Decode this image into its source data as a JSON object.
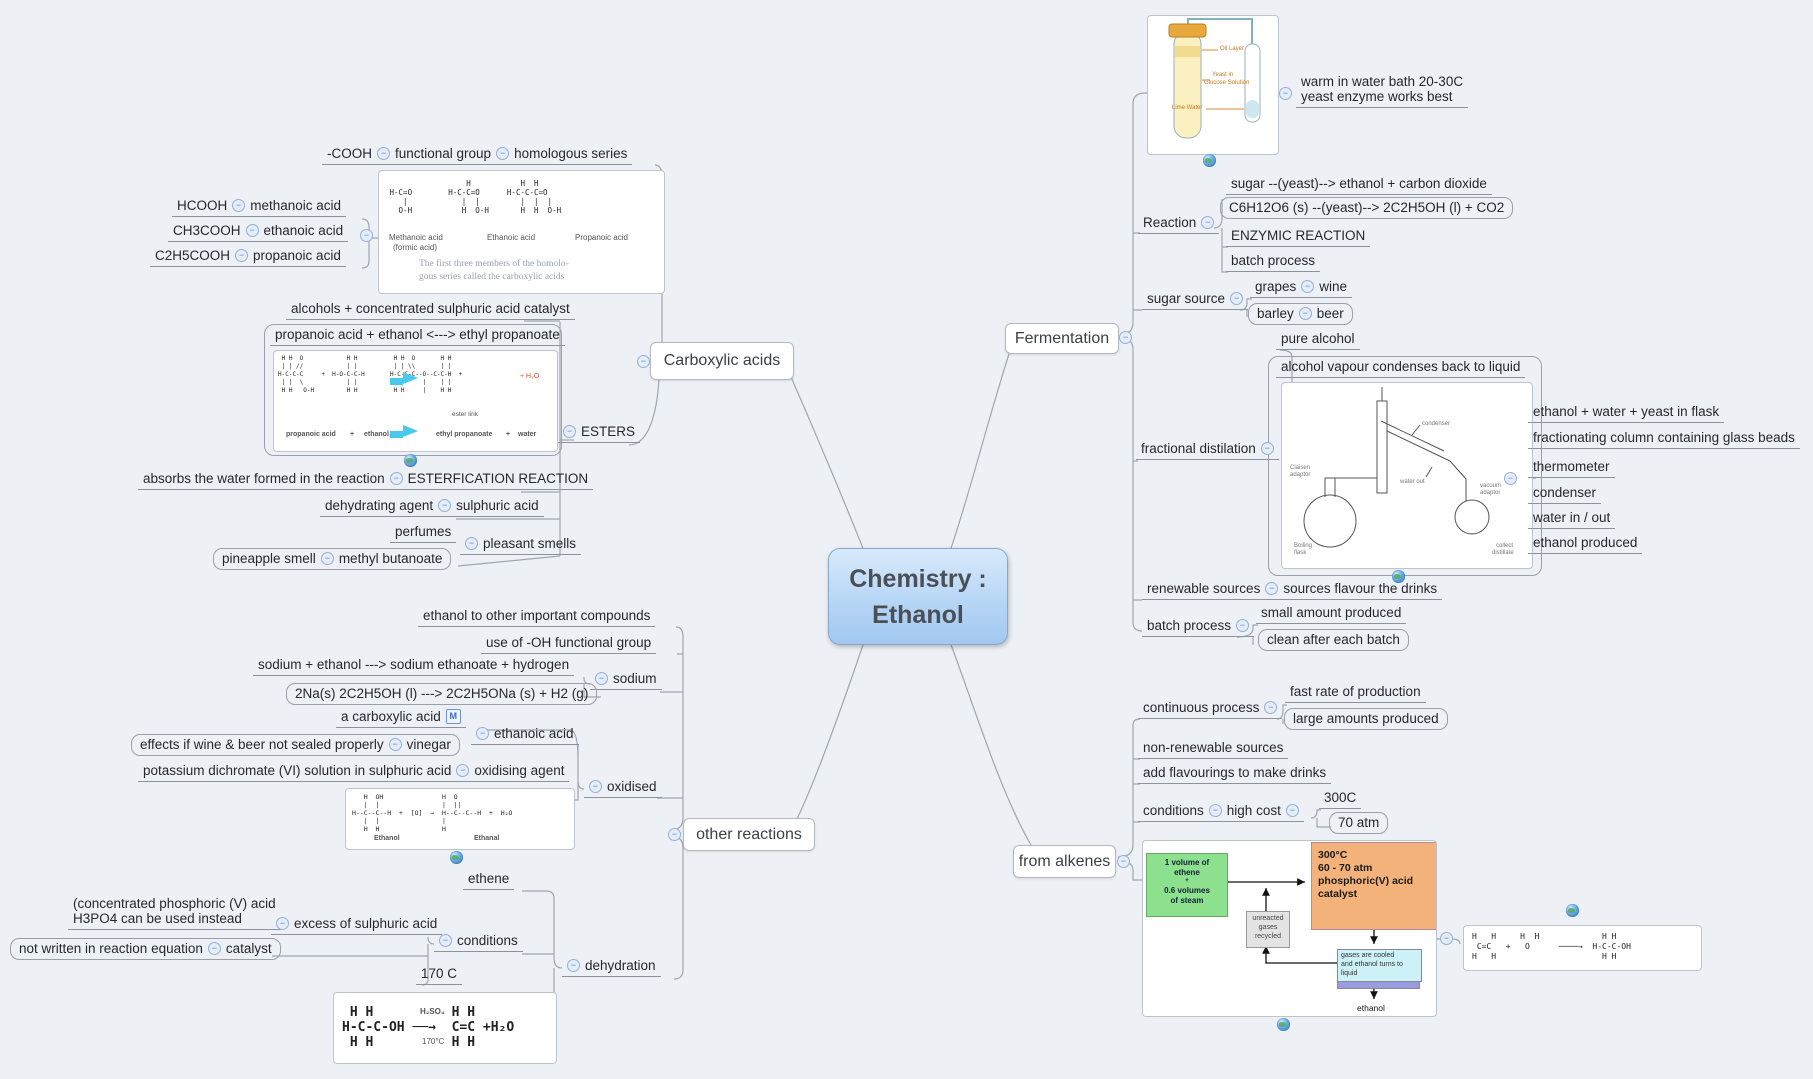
{
  "icons": {
    "collapse_glyph": "−",
    "marker_m": "M"
  },
  "center": {
    "line1": "Chemistry :",
    "line2": "Ethanol"
  },
  "carboxylic": {
    "node": "Carboxylic acids",
    "cooh": "-COOH",
    "functional_group": "functional group",
    "homologous_series": "homologous series",
    "hcooh": "HCOOH",
    "methanoic_acid": "methanoic acid",
    "ch3cooh": "CH3COOH",
    "ethanoic_acid": "ethanoic acid",
    "c2h5cooh": "C2H5COOH",
    "propanoic_acid": "propanoic acid",
    "acids_image": {
      "structures": "                  H           H  H\n H-C=O        H-C-C=O      H-C-C-C=O\n    |            |  |         |  |  |\n   O-H           H  O-H       H  H  O-H",
      "name1": "Methanoic acid",
      "name1b": "(formic acid)",
      "name2": "Ethanoic acid",
      "name3": "Propanoic acid",
      "caption1": "The first three members of the homolo-",
      "caption2": "gous series called the carboxylic acids"
    },
    "alcohols_note": "alcohols + concentrated sulphuric acid catalyst",
    "ester_equation": "propanoic acid + ethanol  <---> ethyl propanoate",
    "ester_image": {
      "structures": " H H  O            H H          H H  O       H H\n | | //            | |          | | \\\\       | |\nH-C-C-C     +  H-O-C-C-H       H-C-C-C--O--C-C-H  +\n | |  \\            | |          | |     |    | |\n H H   O-H         H H          H H     |    H H",
      "top_plus": "+",
      "h2o": "H₂O",
      "ester_link": "ester link",
      "label_left": "propanoic acid",
      "plus1": "+",
      "label_ethanol": "ethanol",
      "label_right": "ethyl propanoate",
      "plus2": "+",
      "label_water": "water"
    },
    "esters": "ESTERS",
    "absorbs": "absorbs the water formed in the reaction",
    "esterfication": "ESTERFICATION REACTION",
    "dehydrating_agent": "dehydrating agent",
    "sulphuric_acid": "sulphuric acid",
    "perfumes": "perfumes",
    "pleasant_smells": "pleasant smells",
    "pineapple": "pineapple smell",
    "methyl_butanoate": "methyl butanoate"
  },
  "fermentation": {
    "node": "Fermentation",
    "tube_image": {
      "oil_layer": "Oil Layer",
      "yeast1": "Yeast in",
      "yeast2": "Glucose Solution",
      "lime": "Lime Water"
    },
    "warm1": "warm in water bath 20-30C",
    "warm2": "yeast enzyme works best",
    "reaction": "Reaction",
    "eq_words": "sugar --(yeast)--> ethanol + carbon dioxide",
    "eq_formula": "C6H12O6 (s) --(yeast)--> 2C2H5OH (l) + CO2",
    "enzymic": "ENZYMIC REACTION",
    "batch": "batch process",
    "sugar_source": "sugar source",
    "grapes": "grapes",
    "wine": "wine",
    "barley": "barley",
    "beer": "beer",
    "fractional": "fractional distilation",
    "pure_alcohol": "pure alcohol",
    "vapour": "alcohol vapour condenses back to liquid",
    "distill_image": {
      "claisen1": "Claisen",
      "claisen2": "adaptor",
      "condenser": "condenser",
      "water_out": "water out",
      "vacuum1": "vacuum",
      "vacuum2": "adaptor",
      "boiling1": "Boiling",
      "boiling2": "flask",
      "collect1": "collect",
      "collect2": "distillate"
    },
    "apparatus": [
      "ethanol + water + yeast in flask",
      "fractionating column containing glass beads",
      "thermometer",
      "condenser",
      "water in / out",
      "ethanol produced"
    ],
    "renewable": "renewable sources",
    "flavour": "sources flavour the drinks",
    "batch2": "batch process",
    "small_amount": "small amount produced",
    "clean": "clean after each batch"
  },
  "other": {
    "node": "other reactions",
    "compounds": "ethanol to other important compounds",
    "oh_group": "use of -OH functional group",
    "sodium": "sodium",
    "na_words": "sodium + ethanol ---> sodium ethanoate + hydrogen",
    "na_formula": "2Na(s) 2C2H5OH (l) ---> 2C2H5ONa (s) + H2 (g)",
    "carboxylic_acid": "a carboxylic acid",
    "oxidised": "oxidised",
    "ethanoic_acid": "ethanoic acid",
    "effects": "effects if wine & beer not sealed properly",
    "vinegar": "vinegar",
    "potassium": "potassium dichromate (VI) solution in sulphuric acid",
    "oxidising_agent": "oxidising agent",
    "oxidation_image": {
      "structures": "   H  OH               H  O\n   |  |                |  ||\nH--C--C--H  +  [O]  →  H--C--C--H  +  H₂O\n   |  |                |\n   H  H                H",
      "ethanol": "Ethanol",
      "ethanal": "Ethanal"
    },
    "dehydration": "dehydration",
    "ethene": "ethene",
    "conditions": "conditions",
    "conc1": "(concentrated phosphoric (V) acid",
    "conc2": "H3PO4 can be  used instead",
    "excess": "excess of sulphuric acid",
    "not_written": "not written in reaction equation",
    "catalyst": "catalyst",
    "temp": "170 C",
    "dehydration_image": {
      "structures": " H H          H H\nH-C-C-OH ──→  C=C +H₂O\n H H          H H",
      "h2so4": "H₂SO₄",
      "temp": "170°C"
    }
  },
  "alkenes": {
    "node": "from alkenes",
    "continuous": "continuous process",
    "fast": "fast rate of production",
    "large": "large amounts produced",
    "nonrenewable": "non-renewable sources",
    "flavourings": "add flavourings to make drinks",
    "conditions": "conditions",
    "high_cost": "high cost",
    "t300": "300C",
    "atm70": "70 atm",
    "flow_image": {
      "feed1": "1 volume of",
      "feed2": "ethene",
      "feed3": "+",
      "feed4": "0.6 volumes",
      "feed5": "of steam",
      "cond1": "300°C",
      "cond2": "60 - 70 atm",
      "cond3": "phosphoric(V) acid",
      "cond4": "catalyst",
      "rec1": "unreacted",
      "rec2": "gases",
      "rec3": "recycled",
      "cool1": "gases are cooled",
      "cool2": "and ethanol turns to",
      "cool3": "liquid",
      "out": "ethanol"
    },
    "equation_image": {
      "structures": "H   H     H  H             H H\n C=C   +   O      ────→  H-C-C-OH\nH   H                      H H"
    }
  }
}
